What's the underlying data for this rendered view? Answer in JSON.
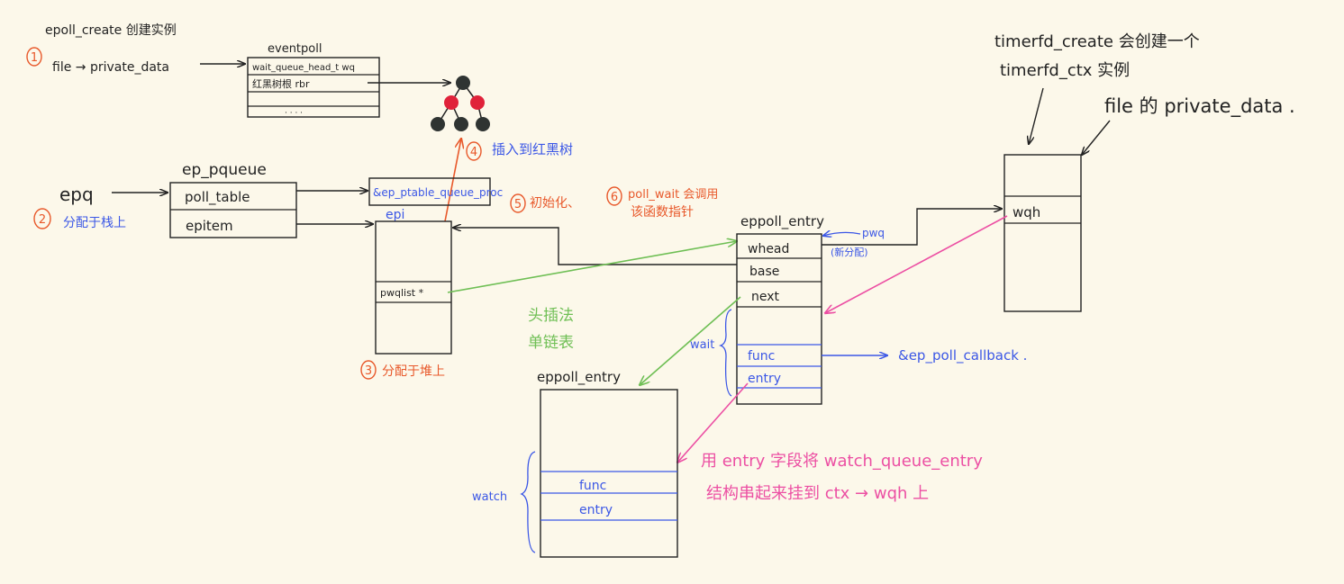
{
  "colors": {
    "background": "#fcf8ea",
    "ink": "#222222",
    "red": "#e8582a",
    "blue": "#3b57e6",
    "green": "#6fbf55",
    "pink": "#ec4fa3",
    "rbtree_red": "#e0223a",
    "rbtree_black": "#2f3432"
  },
  "step1": {
    "num": "1",
    "title": "epoll_create 创建实例",
    "file_label": "file → private_data"
  },
  "eventpoll": {
    "title": "eventpoll",
    "rows": [
      "wait_queue_head_t  wq",
      "红黑树根  rbr",
      "",
      "· ·  · ·"
    ]
  },
  "step2": {
    "num": "2",
    "label": "分配于栈上",
    "var": "epq"
  },
  "ep_pqueue": {
    "title": "ep_pqueue",
    "rows": [
      "poll_table",
      "epitem"
    ]
  },
  "pt_box": {
    "label": "&ep_ptable_queue_proc"
  },
  "epi_label": "epi",
  "epitem_box": {
    "field": "pwqlist  *"
  },
  "step3": {
    "num": "3",
    "label": "分配于堆上"
  },
  "step4": {
    "num": "4",
    "label": "插入到红黑树"
  },
  "step56": {
    "num5": "5",
    "text5": "初始化、",
    "num6": "6",
    "text6": "poll_wait 会调用",
    "line2": "该函数指针"
  },
  "eppoll_entry_right": {
    "title": "eppoll_entry",
    "rows": [
      "whead",
      "base",
      "next"
    ],
    "wait_label": "wait",
    "wait_rows": [
      "func",
      "entry"
    ],
    "pwq_label": "pwq",
    "pwq_note": "(新分配)",
    "callback": "&ep_poll_callback ."
  },
  "insert_note": {
    "line1": "头插法",
    "line2": "单链表"
  },
  "eppoll_entry_bottom": {
    "title": "eppoll_entry",
    "watch_label": "watch",
    "watch_rows": [
      "func",
      "entry"
    ]
  },
  "timerfd": {
    "line1": "timerfd_create 会创建一个",
    "line2": "timerfd_ctx 实例",
    "file_note": "file 的 private_data .",
    "wqh": "wqh"
  },
  "pink_note": {
    "line1": "用 entry 字段将 watch_queue_entry",
    "line2": "结构串起来挂到 ctx → wqh 上"
  }
}
